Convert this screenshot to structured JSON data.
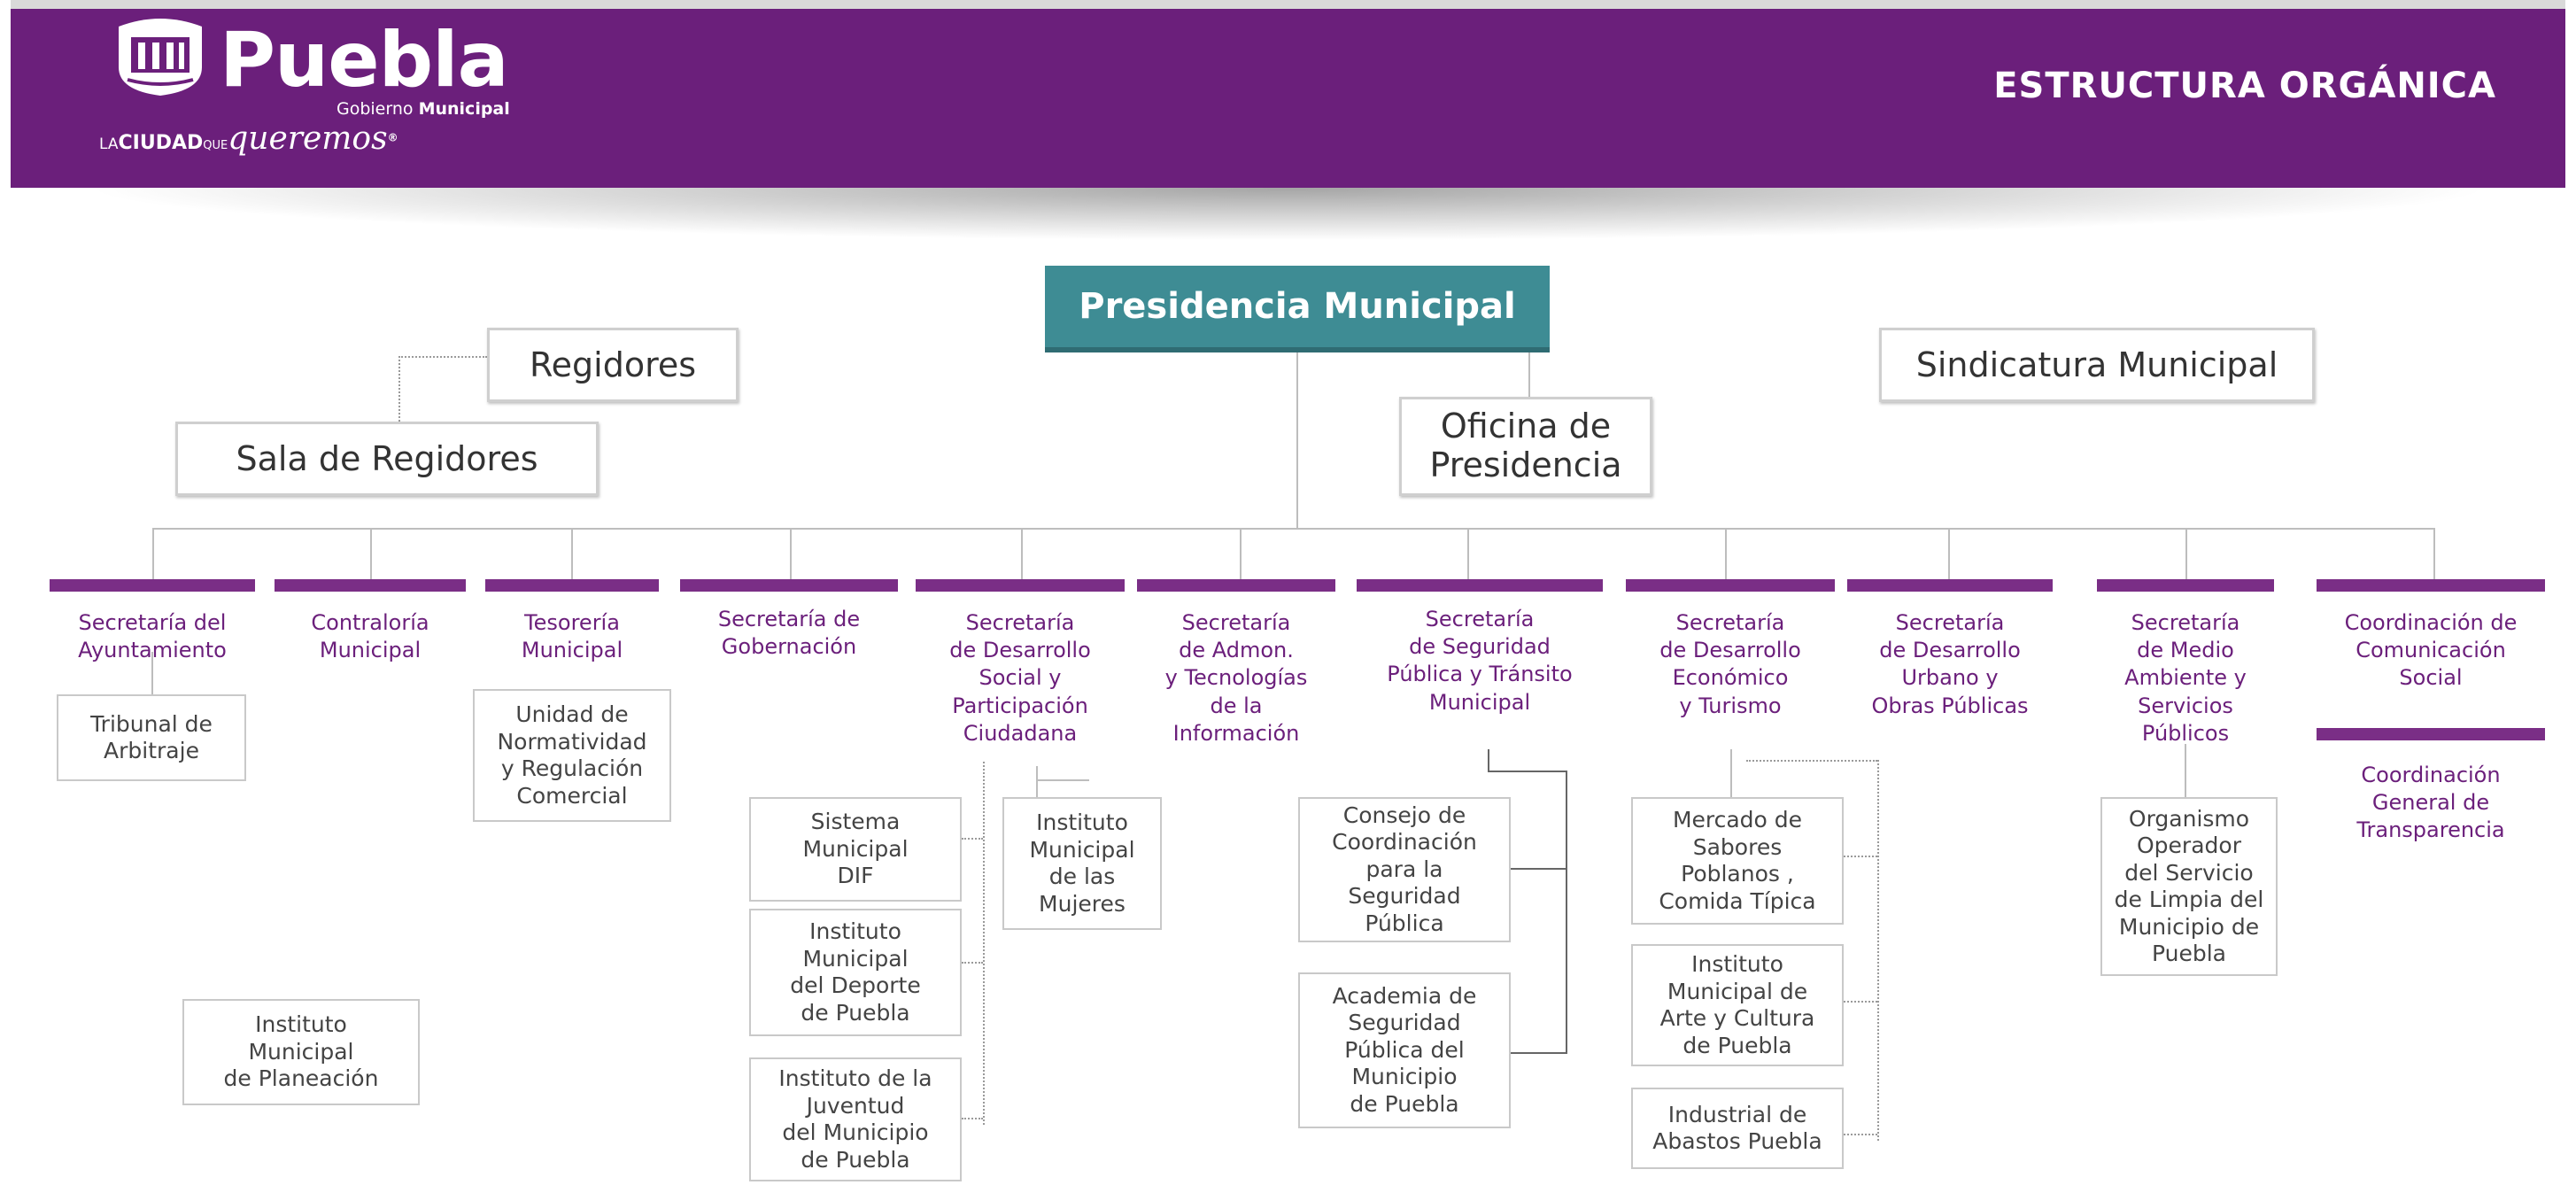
{
  "header": {
    "logo_word": "Puebla",
    "logo_gov_prefix": "Gobierno",
    "logo_gov_bold": "Municipal",
    "logo_tag_la": "LA",
    "logo_tag_ciudad": "CIUDAD",
    "logo_tag_que": "QUE",
    "logo_tag_queremos": "queremos",
    "logo_tag_mark": "®",
    "title": "ESTRUCTURA ORGÁNICA"
  },
  "colors": {
    "header_purple": "#6b1f7b",
    "bar_purple": "#7a2e86",
    "presidencia_teal": "#3e8c94"
  },
  "top_nodes": {
    "presidencia": "Presidencia Municipal",
    "regidores": "Regidores",
    "sala_regidores": "Sala de Regidores",
    "oficina": "Oficina de\nPresidencia",
    "sindicatura": "Sindicatura Municipal"
  },
  "secretarias": [
    "Secretaría del\nAyuntamiento",
    "Contraloría\nMunicipal",
    "Tesorería\nMunicipal",
    "Secretaría de\nGobernación",
    "Secretaría\nde Desarrollo\nSocial y\nParticipación\nCiudadana",
    "Secretaría\nde Admon.\ny Tecnologías\nde la\nInformación",
    "Secretaría\nde Seguridad\nPública y Tránsito\nMunicipal",
    "Secretaría\nde Desarrollo\nEconómico\ny Turismo",
    "Secretaría\nde Desarrollo\nUrbano y\nObras Públicas",
    "Secretaría\nde Medio\nAmbiente y\nServicios\nPúblicos",
    "Coordinación de\nComunicación\nSocial"
  ],
  "coord_transparencia": "Coordinación\nGeneral de\nTransparencia",
  "dependencias": {
    "tribunal": "Tribunal de\nArbitraje",
    "normatividad": "Unidad de\nNormatividad\ny Regulación\nComercial",
    "dif": "Sistema\nMunicipal\nDIF",
    "mujeres": "Instituto\nMunicipal\nde las\nMujeres",
    "deporte": "Instituto\nMunicipal\ndel Deporte\nde Puebla",
    "juventud": "Instituto de la\nJuventud\ndel Municipio\nde Puebla",
    "consejo": "Consejo de\nCoordinación\npara la\nSeguridad\nPública",
    "academia": "Academia de\nSeguridad\nPública del\nMunicipio\nde Puebla",
    "mercado": "Mercado de\nSabores\nPoblanos ,\nComida Típica",
    "arte": "Instituto\nMunicipal de\nArte y Cultura\nde Puebla",
    "abastos": "Industrial de\nAbastos Puebla",
    "limpia": "Organismo\nOperador\ndel Servicio\nde Limpia del\nMunicipio de\nPuebla",
    "planeacion": "Instituto\nMunicipal\nde Planeación"
  }
}
